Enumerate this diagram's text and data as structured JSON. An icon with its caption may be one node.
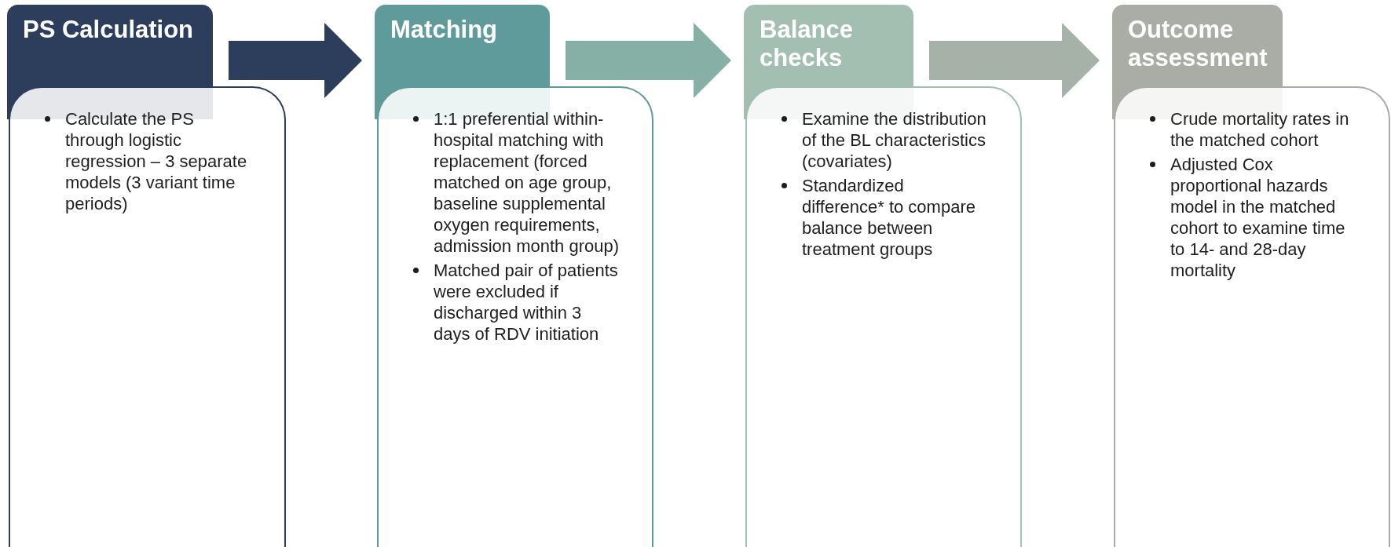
{
  "diagram": {
    "nodes": [
      {
        "text": [
          "PS Calculation"
        ]
      },
      {
        "text": [
          "Calculate the PS through logistic regression – 3 separate models (3 variant time periods)"
        ]
      },
      {
        "text": [
          "Matching"
        ]
      },
      {
        "text": [
          "1:1 preferential within-hospital matching with replacement (forced matched on age group, baseline supplemental oxygen requirements, admission month group)",
          "Matched pair of patients were excluded if discharged within 3 days of RDV initiation"
        ]
      },
      {
        "text": [
          "Balance checks"
        ]
      },
      {
        "text": [
          "Examine the distribution of the BL characteristics (covariates)",
          "Standardized difference* to compare balance between treatment groups"
        ]
      },
      {
        "text": [
          "Outcome assessment"
        ]
      },
      {
        "text": [
          "Crude mortality rates in the matched cohort",
          "Adjusted Cox proportional hazards model in the matched cohort to examine time to 14- and 28-day mortality"
        ]
      }
    ],
    "edges": [
      {
        "from": 0,
        "to": 2,
        "arrow": "to",
        "color": "#2c3e5c"
      },
      {
        "from": 2,
        "to": 4,
        "arrow": "to",
        "color": "#86b0a5"
      },
      {
        "from": 4,
        "to": 6,
        "arrow": "to",
        "color": "#a6b1a8"
      }
    ]
  }
}
